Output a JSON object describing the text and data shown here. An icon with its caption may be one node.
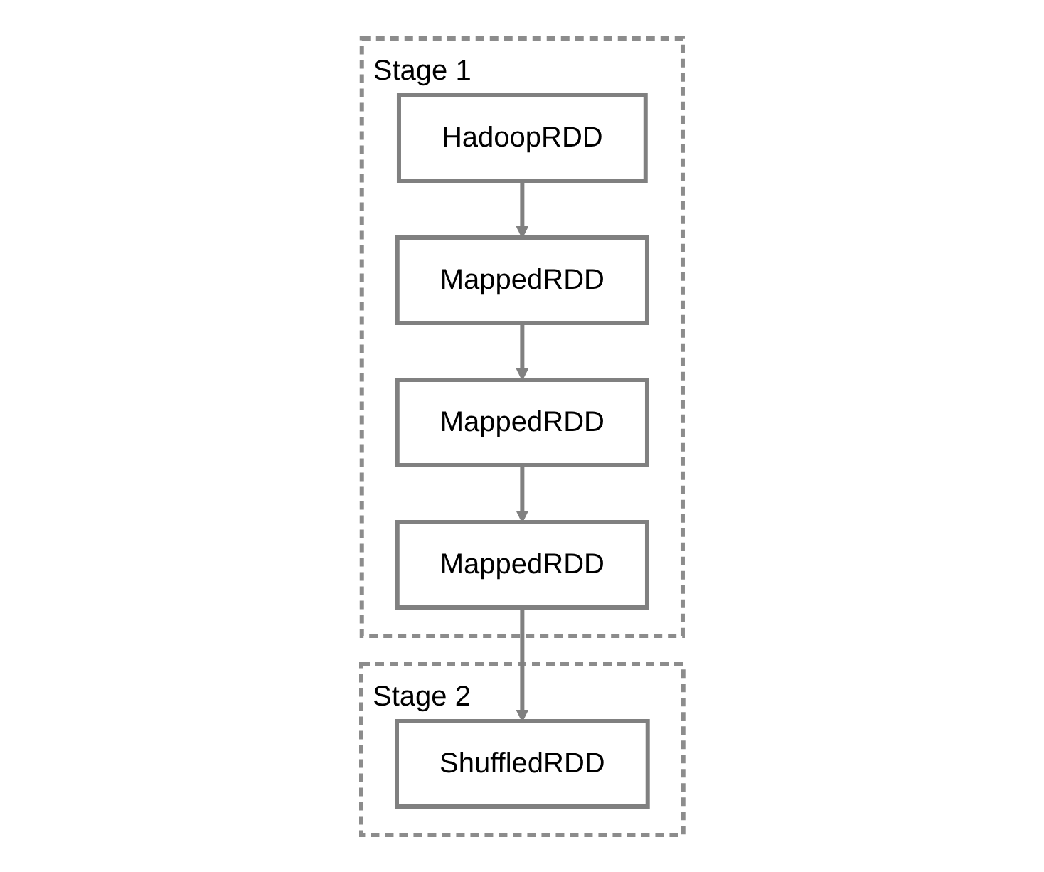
{
  "diagram": {
    "nodes": [
      {
        "text": [
          "Stage 1"
        ]
      },
      {
        "text": [
          "HadoopRDD"
        ],
        "in": 0
      },
      {
        "text": [
          "MappedRDD"
        ],
        "in": 0
      },
      {
        "text": [
          "MappedRDD"
        ],
        "in": 0
      },
      {
        "text": [
          "MappedRDD"
        ],
        "in": 0
      },
      {
        "text": [
          "Stage 2"
        ]
      },
      {
        "text": [
          "ShuffledRDD"
        ],
        "in": 5
      }
    ],
    "edges": [
      {
        "from": 1,
        "to": 2,
        "arrow": "to"
      },
      {
        "from": 2,
        "to": 3,
        "arrow": "to"
      },
      {
        "from": 3,
        "to": 4,
        "arrow": "to"
      },
      {
        "from": 4,
        "to": 6,
        "arrow": "to"
      }
    ]
  }
}
